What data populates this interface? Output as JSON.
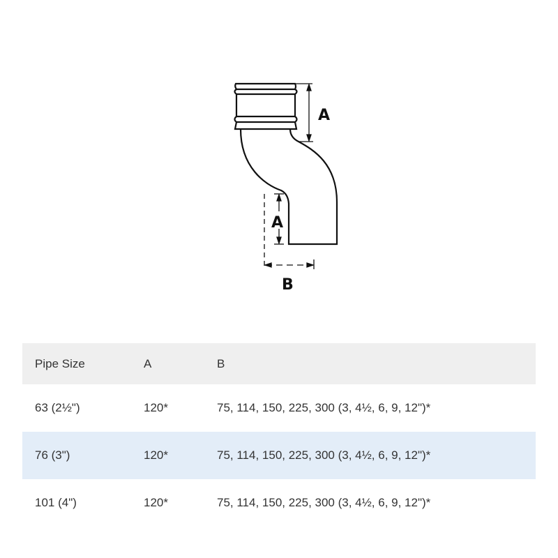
{
  "diagram": {
    "labels": {
      "a_upper": "A",
      "a_lower": "A",
      "b": "B"
    }
  },
  "table": {
    "headers": [
      "Pipe Size",
      "A",
      "B"
    ],
    "rows": [
      [
        "63 (2½\")",
        "120*",
        "75, 114, 150, 225, 300 (3, 4½, 6, 9, 12\")*"
      ],
      [
        "76 (3\")",
        "120*",
        "75, 114, 150, 225, 300 (3, 4½, 6, 9, 12\")*"
      ],
      [
        "101 (4\")",
        "120*",
        "75, 114, 150, 225, 300 (3, 4½, 6, 9, 12\")*"
      ]
    ],
    "colors": {
      "header_bg": "#efefef",
      "alt_row_bg": "#e3edf8"
    }
  }
}
